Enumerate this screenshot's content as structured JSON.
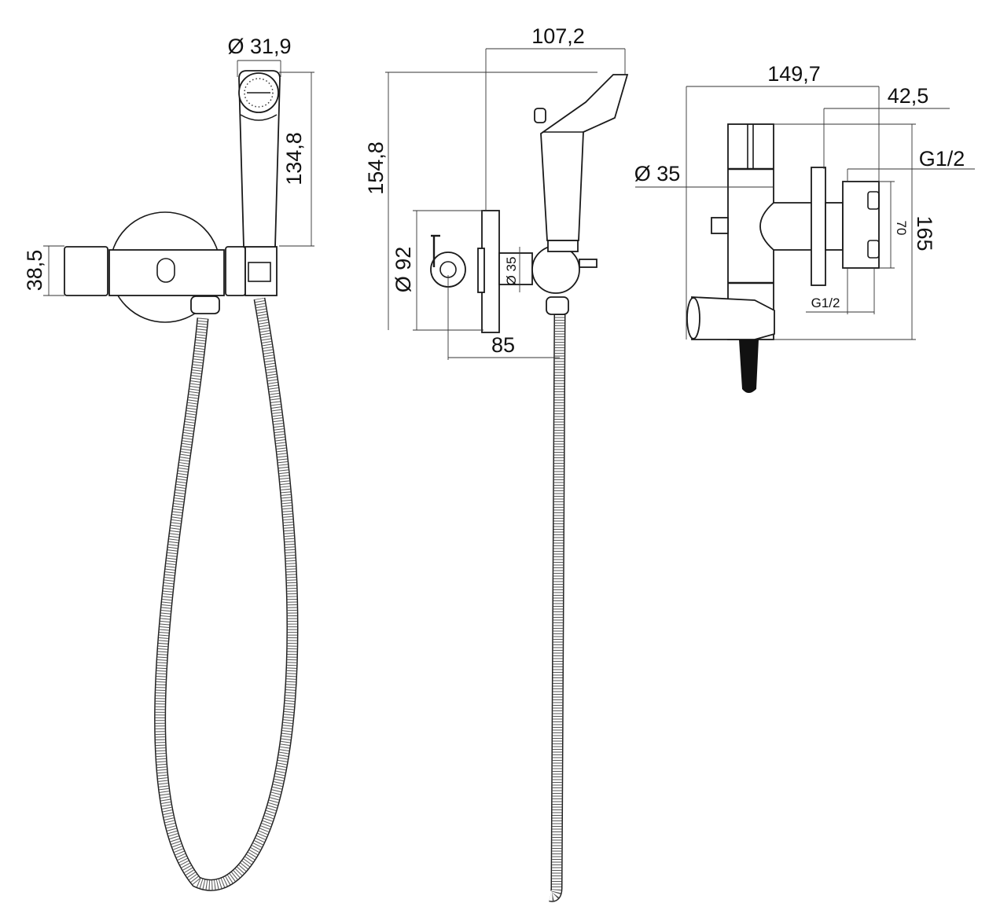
{
  "drawing": {
    "front_view": {
      "handset_diameter": "Ø 31,9",
      "handset_height": "134,8",
      "body_height": "38,5"
    },
    "side_view": {
      "handset_projection": "107,2",
      "overall_height": "154,8",
      "flange_diameter": "Ø 92",
      "body_diameter": "Ø 35",
      "wall_offset": "85"
    },
    "top_view": {
      "overall_width": "149,7",
      "connector_depth": "42,5",
      "thread_top": "G1/2",
      "body_diameter": "Ø 35",
      "inner_length": "70",
      "overall_length": "165",
      "thread_bottom": "G1/2"
    },
    "colors": {
      "line": "#1a1a1a",
      "background": "#ffffff"
    }
  }
}
